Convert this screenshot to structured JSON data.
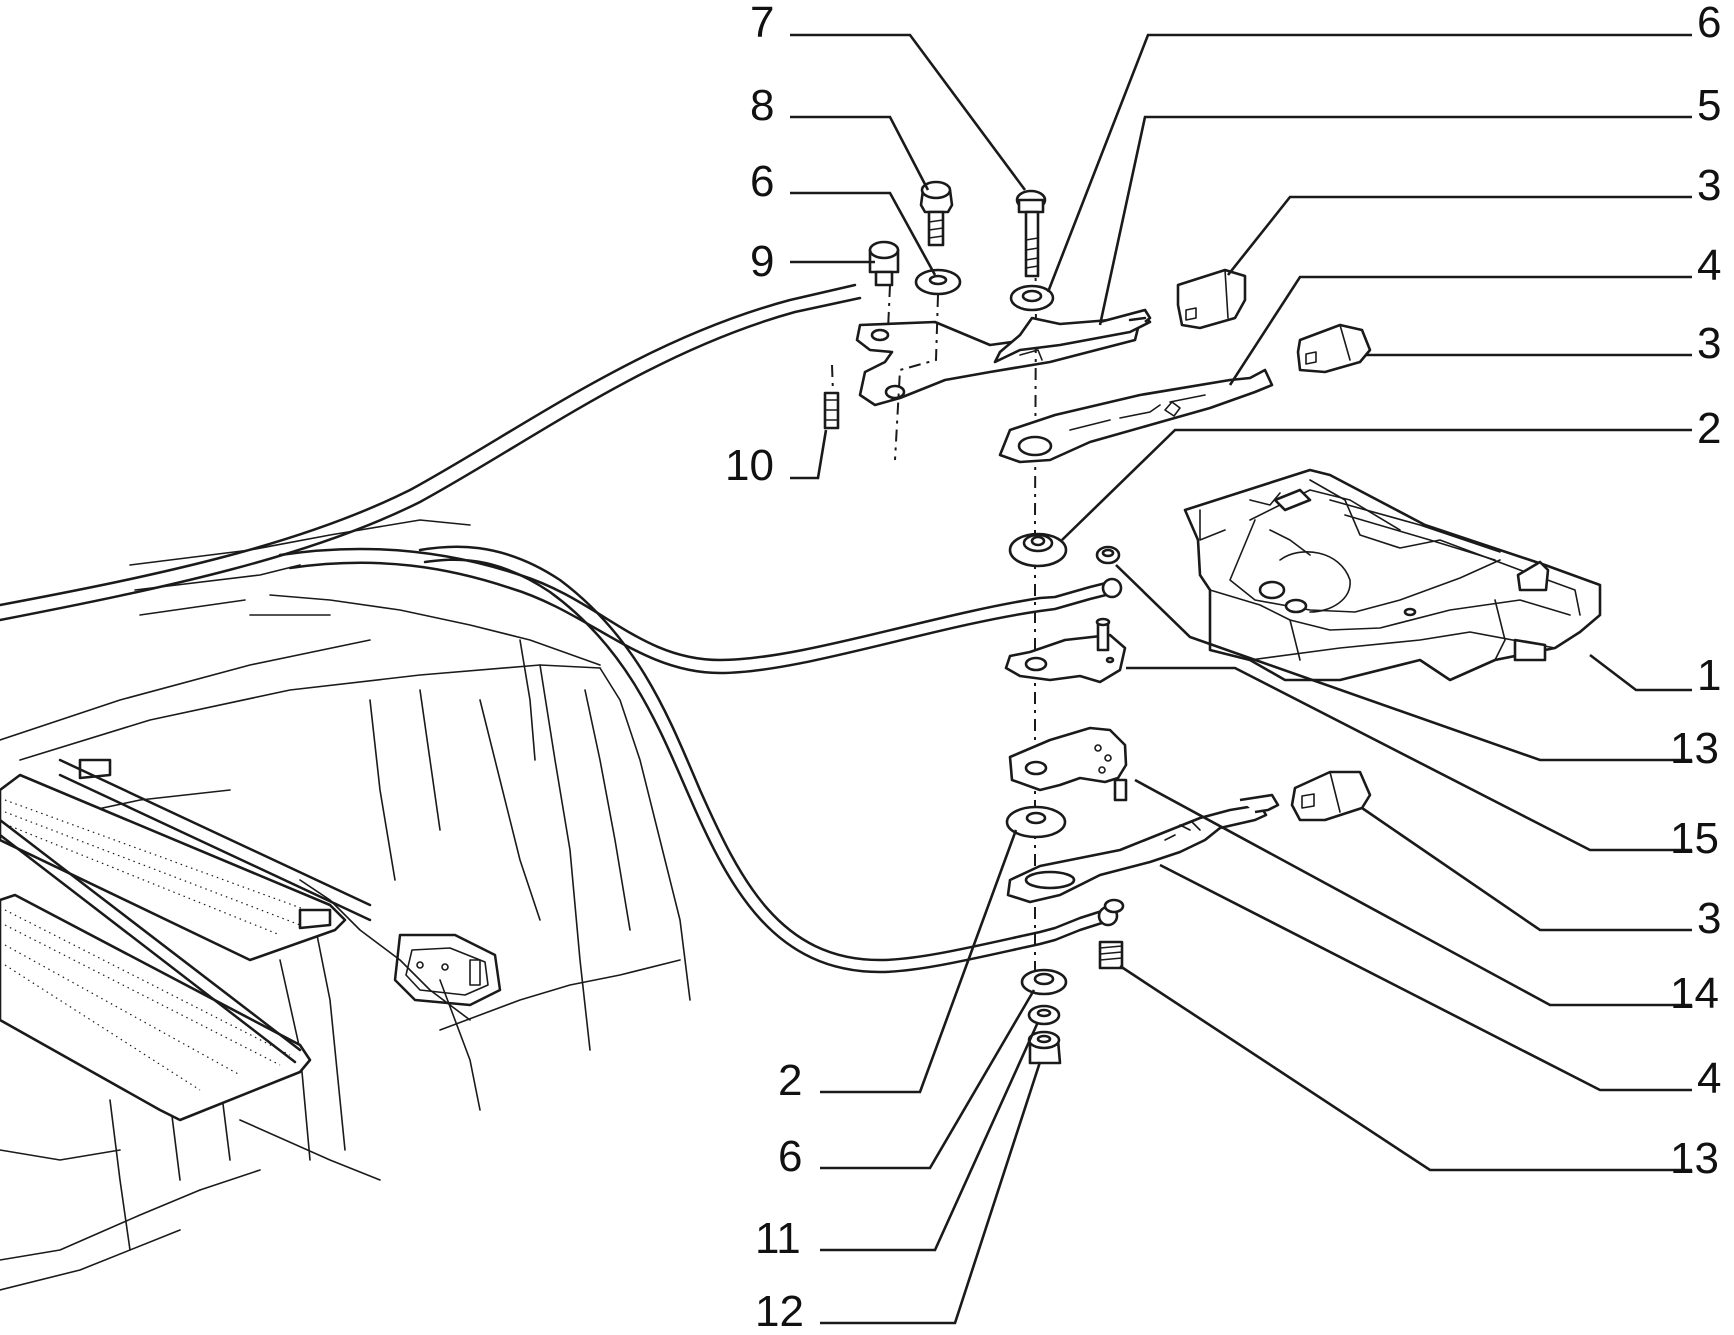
{
  "diagram": {
    "line_color": "#1a1a1a",
    "background": "#ffffff",
    "callouts": [
      {
        "id": "c7-top",
        "label": "7"
      },
      {
        "id": "c6-top",
        "label": "6"
      },
      {
        "id": "c8",
        "label": "8"
      },
      {
        "id": "c5",
        "label": "5"
      },
      {
        "id": "c6-mid",
        "label": "6"
      },
      {
        "id": "c3-top",
        "label": "3"
      },
      {
        "id": "c9",
        "label": "9"
      },
      {
        "id": "c4-top",
        "label": "4"
      },
      {
        "id": "c3-mid",
        "label": "3"
      },
      {
        "id": "c10",
        "label": "10"
      },
      {
        "id": "c2-right",
        "label": "2"
      },
      {
        "id": "c1",
        "label": "1"
      },
      {
        "id": "c13-top",
        "label": "13"
      },
      {
        "id": "c15",
        "label": "15"
      },
      {
        "id": "c3-low",
        "label": "3"
      },
      {
        "id": "c14",
        "label": "14"
      },
      {
        "id": "c2-left",
        "label": "2"
      },
      {
        "id": "c4-low",
        "label": "4"
      },
      {
        "id": "c6-low",
        "label": "6"
      },
      {
        "id": "c13-low",
        "label": "13"
      },
      {
        "id": "c11",
        "label": "11"
      },
      {
        "id": "c12",
        "label": "12"
      }
    ]
  }
}
